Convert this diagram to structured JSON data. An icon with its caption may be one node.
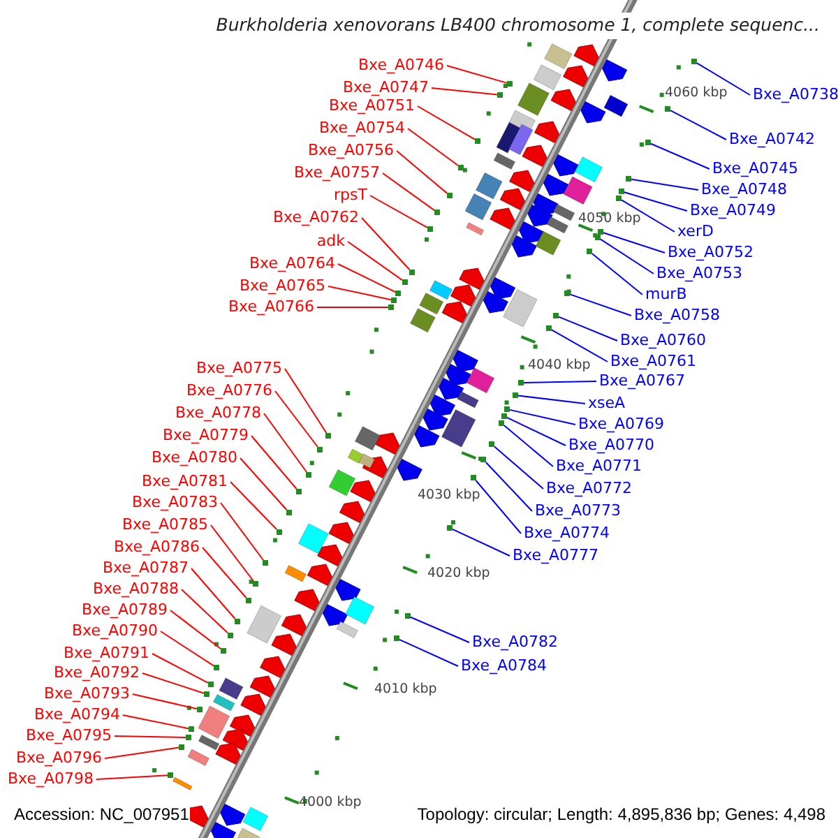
{
  "diagram": {
    "title": "Burkholderia xenovorans LB400 chromosome 1, complete sequenc...",
    "nodes": [
      {
        "text": [
          "Bxe_A0746"
        ]
      },
      {
        "text": [
          "Bxe_A0747"
        ]
      },
      {
        "text": [
          "Bxe_A0751"
        ]
      },
      {
        "text": [
          "Bxe_A0754"
        ]
      },
      {
        "text": [
          "Bxe_A0756"
        ]
      },
      {
        "text": [
          "Bxe_A0757"
        ]
      },
      {
        "text": [
          "rpsT"
        ]
      },
      {
        "text": [
          "Bxe_A0762"
        ]
      },
      {
        "text": [
          "adk"
        ]
      },
      {
        "text": [
          "Bxe_A0764"
        ]
      },
      {
        "text": [
          "Bxe_A0765"
        ]
      },
      {
        "text": [
          "Bxe_A0766"
        ]
      },
      {
        "text": [
          "Bxe_A0775"
        ]
      },
      {
        "text": [
          "Bxe_A0776"
        ]
      },
      {
        "text": [
          "Bxe_A0778"
        ]
      },
      {
        "text": [
          "Bxe_A0779"
        ]
      },
      {
        "text": [
          "Bxe_A0780"
        ]
      },
      {
        "text": [
          "Bxe_A0781"
        ]
      },
      {
        "text": [
          "Bxe_A0783"
        ]
      },
      {
        "text": [
          "Bxe_A0785"
        ]
      },
      {
        "text": [
          "Bxe_A0786"
        ]
      },
      {
        "text": [
          "Bxe_A0787"
        ]
      },
      {
        "text": [
          "Bxe_A0788"
        ]
      },
      {
        "text": [
          "Bxe_A0789"
        ]
      },
      {
        "text": [
          "Bxe_A0790"
        ]
      },
      {
        "text": [
          "Bxe_A0791"
        ]
      },
      {
        "text": [
          "Bxe_A0792"
        ]
      },
      {
        "text": [
          "Bxe_A0793"
        ]
      },
      {
        "text": [
          "Bxe_A0794"
        ]
      },
      {
        "text": [
          "Bxe_A0795"
        ]
      },
      {
        "text": [
          "Bxe_A0796"
        ]
      },
      {
        "text": [
          "Bxe_A0798"
        ]
      },
      {
        "text": [
          "Bxe_A0738"
        ]
      },
      {
        "text": [
          "Bxe_A0742"
        ]
      },
      {
        "text": [
          "Bxe_A0745"
        ]
      },
      {
        "text": [
          "Bxe_A0748"
        ]
      },
      {
        "text": [
          "Bxe_A0749"
        ]
      },
      {
        "text": [
          "xerD"
        ]
      },
      {
        "text": [
          "Bxe_A0752"
        ]
      },
      {
        "text": [
          "Bxe_A0753"
        ]
      },
      {
        "text": [
          "murB"
        ]
      },
      {
        "text": [
          "Bxe_A0758"
        ]
      },
      {
        "text": [
          "Bxe_A0760"
        ]
      },
      {
        "text": [
          "Bxe_A0761"
        ]
      },
      {
        "text": [
          "Bxe_A0767"
        ]
      },
      {
        "text": [
          "xseA"
        ]
      },
      {
        "text": [
          "Bxe_A0769"
        ]
      },
      {
        "text": [
          "Bxe_A0770"
        ]
      },
      {
        "text": [
          "Bxe_A0771"
        ]
      },
      {
        "text": [
          "Bxe_A0772"
        ]
      },
      {
        "text": [
          "Bxe_A0773"
        ]
      },
      {
        "text": [
          "Bxe_A0774"
        ]
      },
      {
        "text": [
          "Bxe_A0777"
        ]
      },
      {
        "text": [
          "Bxe_A0782"
        ]
      },
      {
        "text": [
          "Bxe_A0784"
        ]
      },
      {
        "text": [],
        "shape": "box"
      },
      {
        "text": [],
        "shape": "box"
      },
      {
        "text": [],
        "shape": "box"
      },
      {
        "text": [],
        "shape": "box"
      },
      {
        "text": [],
        "shape": "box"
      },
      {
        "text": [],
        "shape": "box"
      },
      {
        "text": [],
        "shape": "box"
      },
      {
        "text": [],
        "shape": "box"
      },
      {
        "text": [],
        "shape": "box"
      },
      {
        "text": [],
        "shape": "box"
      },
      {
        "text": [],
        "shape": "box"
      },
      {
        "text": [],
        "shape": "box"
      },
      {
        "text": [],
        "shape": "box"
      },
      {
        "text": [],
        "shape": "box"
      },
      {
        "text": [],
        "shape": "box"
      },
      {
        "text": [],
        "shape": "box"
      },
      {
        "text": [],
        "shape": "box"
      },
      {
        "text": [],
        "shape": "box"
      },
      {
        "text": [],
        "shape": "box"
      },
      {
        "text": [],
        "shape": "box"
      },
      {
        "text": [],
        "shape": "box"
      },
      {
        "text": [],
        "shape": "box"
      },
      {
        "text": [],
        "shape": "box"
      },
      {
        "text": [],
        "shape": "box"
      },
      {
        "text": [],
        "shape": "box"
      },
      {
        "text": [],
        "shape": "box"
      },
      {
        "text": [],
        "shape": "box"
      },
      {
        "text": [],
        "shape": "box"
      },
      {
        "text": [],
        "shape": "box"
      },
      {
        "text": [],
        "shape": "box"
      },
      {
        "text": [],
        "shape": "box"
      },
      {
        "text": [],
        "shape": "box"
      },
      {
        "text": [],
        "shape": "box"
      },
      {
        "text": [],
        "shape": "box"
      },
      {
        "text": [],
        "shape": "box"
      },
      {
        "text": [],
        "shape": "box"
      },
      {
        "text": [],
        "shape": "box"
      },
      {
        "text": [],
        "shape": "box"
      },
      {
        "text": [],
        "shape": "box"
      },
      {
        "text": [],
        "shape": "box"
      },
      {
        "text": [],
        "shape": "box"
      },
      {
        "text": [],
        "shape": "box"
      },
      {
        "text": [],
        "shape": "box"
      },
      {
        "text": [],
        "shape": "box"
      },
      {
        "text": [],
        "shape": "box"
      },
      {
        "text": [],
        "shape": "box"
      },
      {
        "text": [],
        "shape": "box"
      },
      {
        "text": [],
        "shape": "box"
      },
      {
        "text": [],
        "shape": "box"
      },
      {
        "text": [],
        "shape": "box"
      },
      {
        "text": [],
        "shape": "box"
      },
      {
        "text": [],
        "shape": "box"
      },
      {
        "text": [],
        "shape": "box"
      },
      {
        "text": [],
        "shape": "box"
      },
      {
        "text": [],
        "shape": "box"
      }
    ],
    "edges": [
      {
        "from": 0,
        "to": 55,
        "arrow": "none"
      },
      {
        "from": 1,
        "to": 56,
        "arrow": "none"
      },
      {
        "from": 2,
        "to": 57,
        "arrow": "none"
      },
      {
        "from": 3,
        "to": 58,
        "arrow": "none"
      },
      {
        "from": 4,
        "to": 59,
        "arrow": "none"
      },
      {
        "from": 5,
        "to": 60,
        "arrow": "none"
      },
      {
        "from": 6,
        "to": 61,
        "arrow": "none"
      },
      {
        "from": 7,
        "to": 62,
        "arrow": "none"
      },
      {
        "from": 8,
        "to": 63,
        "arrow": "none"
      },
      {
        "from": 9,
        "to": 64,
        "arrow": "none"
      },
      {
        "from": 10,
        "to": 65,
        "arrow": "none"
      },
      {
        "from": 11,
        "to": 66,
        "arrow": "none"
      },
      {
        "from": 12,
        "to": 67,
        "arrow": "none"
      },
      {
        "from": 13,
        "to": 68,
        "arrow": "none"
      },
      {
        "from": 14,
        "to": 69,
        "arrow": "none"
      },
      {
        "from": 15,
        "to": 70,
        "arrow": "none"
      },
      {
        "from": 16,
        "to": 71,
        "arrow": "none"
      },
      {
        "from": 17,
        "to": 72,
        "arrow": "none"
      },
      {
        "from": 18,
        "to": 73,
        "arrow": "none"
      },
      {
        "from": 19,
        "to": 74,
        "arrow": "none"
      },
      {
        "from": 20,
        "to": 75,
        "arrow": "none"
      },
      {
        "from": 21,
        "to": 76,
        "arrow": "none"
      },
      {
        "from": 22,
        "to": 77,
        "arrow": "none"
      },
      {
        "from": 23,
        "to": 78,
        "arrow": "none"
      },
      {
        "from": 24,
        "to": 79,
        "arrow": "none"
      },
      {
        "from": 25,
        "to": 80,
        "arrow": "none"
      },
      {
        "from": 26,
        "to": 81,
        "arrow": "none"
      },
      {
        "from": 27,
        "to": 82,
        "arrow": "none"
      },
      {
        "from": 28,
        "to": 83,
        "arrow": "none"
      },
      {
        "from": 29,
        "to": 84,
        "arrow": "none"
      },
      {
        "from": 30,
        "to": 85,
        "arrow": "none"
      },
      {
        "from": 31,
        "to": 86,
        "arrow": "none"
      },
      {
        "from": 32,
        "to": 87,
        "arrow": "none",
        "color": "#0000ff"
      },
      {
        "from": 33,
        "to": 88,
        "arrow": "none",
        "color": "#0000ff"
      },
      {
        "from": 34,
        "to": 89,
        "arrow": "none",
        "color": "#0000ff"
      },
      {
        "from": 35,
        "to": 90,
        "arrow": "none",
        "color": "#0000ff"
      },
      {
        "from": 36,
        "to": 91,
        "arrow": "none",
        "color": "#0000ff"
      },
      {
        "from": 37,
        "to": 92,
        "arrow": "none",
        "color": "#0000ff"
      },
      {
        "from": 38,
        "to": 93,
        "arrow": "none",
        "color": "#0000ff"
      },
      {
        "from": 39,
        "to": 94,
        "arrow": "none",
        "color": "#0000ff"
      },
      {
        "from": 40,
        "to": 95,
        "arrow": "none",
        "color": "#0000ff"
      },
      {
        "from": 41,
        "to": 96,
        "arrow": "none",
        "color": "#0000ff"
      },
      {
        "from": 42,
        "to": 97,
        "arrow": "none",
        "color": "#0000ff"
      },
      {
        "from": 43,
        "to": 98,
        "arrow": "none",
        "color": "#0000ff"
      },
      {
        "from": 44,
        "to": 99,
        "arrow": "none",
        "color": "#0000ff"
      },
      {
        "from": 45,
        "to": 100,
        "arrow": "none",
        "color": "#0000ff"
      },
      {
        "from": 46,
        "to": 101,
        "arrow": "none",
        "color": "#0000ff"
      },
      {
        "from": 47,
        "to": 102,
        "arrow": "none",
        "color": "#0000ff"
      },
      {
        "from": 48,
        "to": 103,
        "arrow": "none",
        "color": "#0000ff"
      },
      {
        "from": 49,
        "to": 104,
        "arrow": "none",
        "color": "#0000ff"
      },
      {
        "from": 50,
        "to": 105,
        "arrow": "none",
        "color": "#0000ff"
      },
      {
        "from": 51,
        "to": 106,
        "arrow": "none",
        "color": "#0000ff"
      },
      {
        "from": 52,
        "to": 107,
        "arrow": "none",
        "color": "#0000ff"
      },
      {
        "from": 53,
        "to": 108,
        "arrow": "none",
        "color": "#0000ff"
      },
      {
        "from": 54,
        "to": 109,
        "arrow": "none",
        "color": "#0000ff"
      }
    ],
    "labels": [
      "4060 kbp",
      "4050 kbp",
      "4040 kbp",
      "4030 kbp",
      "4020 kbp",
      "4010 kbp",
      "4000 kbp",
      "Accession: NC_007951",
      "Topology: circular; Length: 4,895,836 bp; Genes: 4,498"
    ]
  }
}
